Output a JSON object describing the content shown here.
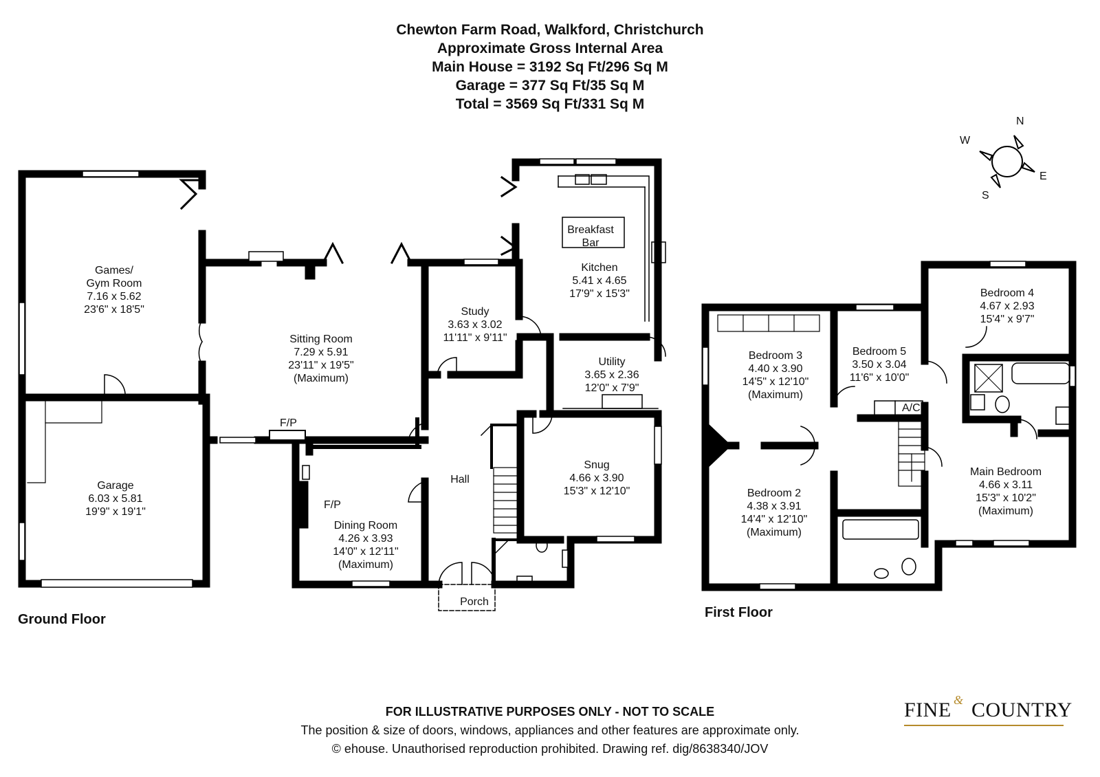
{
  "header": {
    "address": "Chewton Farm Road, Walkford, Christchurch",
    "subtitle": "Approximate Gross Internal Area",
    "main_house": "Main House = 3192 Sq Ft/296 Sq M",
    "garage": "Garage = 377 Sq Ft/35 Sq M",
    "total": "Total = 3569 Sq Ft/331 Sq M"
  },
  "compass": {
    "n": "N",
    "e": "E",
    "s": "S",
    "w": "W"
  },
  "ground_floor": {
    "label": "Ground Floor",
    "rooms": {
      "games": {
        "name1": "Games/",
        "name2": "Gym Room",
        "metric": "7.16 x 5.62",
        "imperial": "23'6\" x 18'5\""
      },
      "garage": {
        "name": "Garage",
        "metric": "6.03 x 5.81",
        "imperial": "19'9\" x 19'1\""
      },
      "sitting": {
        "name": "Sitting Room",
        "metric": "7.29 x 5.91",
        "imperial": "23'11\" x 19'5\"",
        "note": "(Maximum)"
      },
      "study": {
        "name": "Study",
        "metric": "3.63 x 3.02",
        "imperial": "11'11\" x 9'11\""
      },
      "kitchen": {
        "name": "Kitchen",
        "metric": "5.41 x 4.65",
        "imperial": "17'9\" x 15'3\""
      },
      "breakfast": {
        "line1": "Breakfast",
        "line2": "Bar"
      },
      "utility": {
        "name": "Utility",
        "metric": "3.65 x 2.36",
        "imperial": "12'0\" x 7'9\""
      },
      "snug": {
        "name": "Snug",
        "metric": "4.66 x 3.90",
        "imperial": "15'3\" x 12'10\""
      },
      "dining": {
        "name": "Dining Room",
        "metric": "4.26 x 3.93",
        "imperial": "14'0\" x 12'11\"",
        "note": "(Maximum)"
      },
      "hall": {
        "name": "Hall"
      },
      "porch": {
        "name": "Porch"
      }
    },
    "fp_sitting": "F/P",
    "fp_dining": "F/P"
  },
  "first_floor": {
    "label": "First Floor",
    "rooms": {
      "bed3": {
        "name": "Bedroom 3",
        "metric": "4.40 x 3.90",
        "imperial": "14'5\" x 12'10\"",
        "note": "(Maximum)"
      },
      "bed5": {
        "name": "Bedroom 5",
        "metric": "3.50 x 3.04",
        "imperial": "11'6\" x 10'0\""
      },
      "bed4": {
        "name": "Bedroom 4",
        "metric": "4.67 x 2.93",
        "imperial": "15'4\" x 9'7\""
      },
      "bed2": {
        "name": "Bedroom 2",
        "metric": "4.38 x 3.91",
        "imperial": "14'4\" x 12'10\"",
        "note": "(Maximum)"
      },
      "main": {
        "name": "Main Bedroom",
        "metric": "4.66 x 3.11",
        "imperial": "15'3\" x 10'2\"",
        "note": "(Maximum)"
      }
    },
    "ac": "A/C"
  },
  "footer": {
    "disclaimer": "FOR ILLUSTRATIVE PURPOSES ONLY - NOT TO SCALE",
    "note": "The position & size of doors, windows, appliances and other features are approximate only.",
    "copyright": "© ehouse. Unauthorised reproduction prohibited. Drawing ref. dig/8638340/JOV"
  },
  "logo": {
    "word1": "FINE",
    "amp": "&",
    "word2": "COUNTRY"
  },
  "colors": {
    "wall": "#000000",
    "logo_accent": "#b58a2a"
  }
}
